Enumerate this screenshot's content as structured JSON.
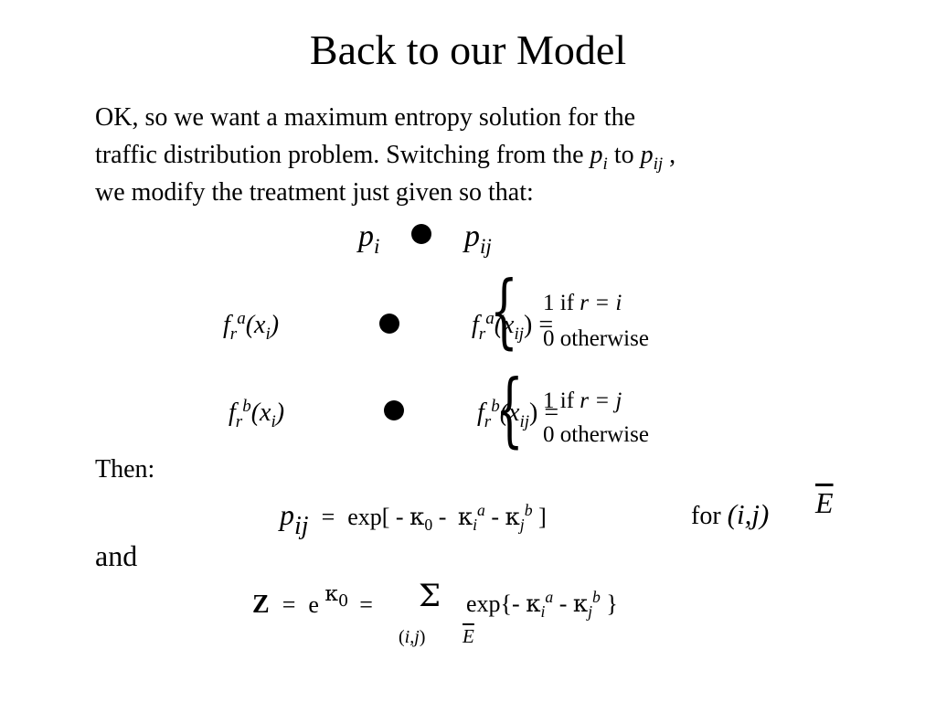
{
  "slide": {
    "title": "Back to our Model",
    "intro": {
      "line1": "OK, so we want a maximum entropy solution for the",
      "line2_a": "traffic distribution problem.  Switching from the ",
      "p": "p",
      "i": "i",
      "to": " to ",
      "ij": "ij",
      "comma": " ,",
      "line3": "we modify the treatment just given so that:"
    },
    "map1": {
      "left_p": "p",
      "left_sub": "i",
      "right_p": "p",
      "right_sub": "ij"
    },
    "map2": {
      "f": "f",
      "r": "r",
      "sup": "a",
      "open": "(x",
      "sub": "i",
      "close": ")",
      "rhs_open": "(x",
      "rhs_sub": "ij",
      "rhs_close": ") =",
      "case1": "1 if  ",
      "case1_cond": "r = i",
      "case2": "0 otherwise"
    },
    "map3": {
      "f": "f",
      "r": "r",
      "sup": "b",
      "open": "(x",
      "sub": "i",
      "close": ")",
      "rhs_open": "(x",
      "rhs_sub": "ij",
      "rhs_close": ") =",
      "case1": "1 if  ",
      "case1_cond": "r = j",
      "case2": "0 otherwise"
    },
    "then": "Then:",
    "eq1": {
      "p": "p",
      "ij": "ij",
      "eq": "=",
      "exp": "exp[ - ",
      "k": "κ",
      "zero": "0",
      "minus": " - ",
      "i": "i",
      "a": "a",
      "minus2": " - ",
      "j": "j",
      "b": "b",
      "close": " ]",
      "for": "for ",
      "pair": "(i,j)",
      "E": "E"
    },
    "and": "and",
    "eq2": {
      "Z": "Z",
      "eq": "=",
      "e": "e ",
      "k": "κ",
      "zero": "0",
      "eq2": "=",
      "sum": "Σ",
      "exp": "exp{-  ",
      "i": "i",
      "a": "a",
      "minus": " - ",
      "j": "j",
      "b": "b",
      "close": " }",
      "range_open": "(",
      "range_ij": "i,j",
      "range_close": ")",
      "E": "E"
    }
  }
}
